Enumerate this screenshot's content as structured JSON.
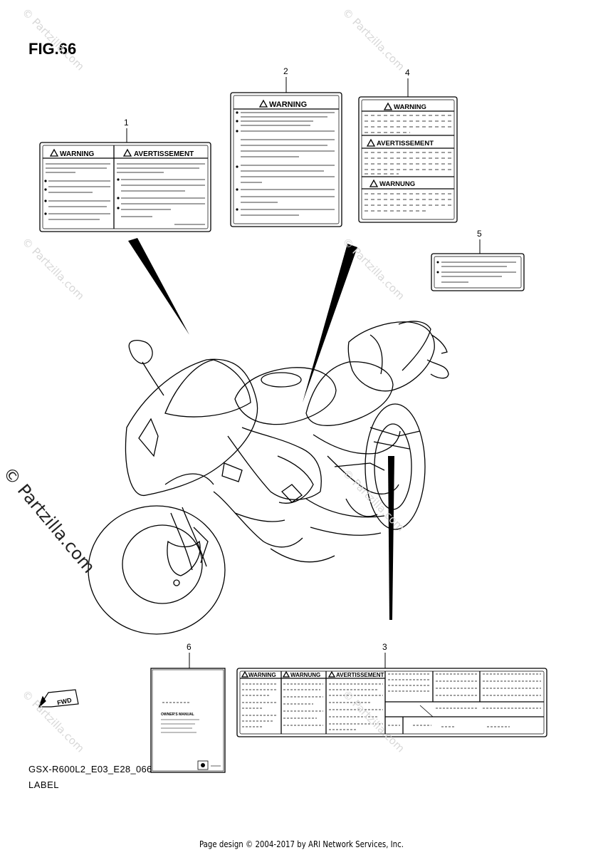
{
  "figure": {
    "title": "FIG.66"
  },
  "callouts": [
    "1",
    "2",
    "3",
    "4",
    "5",
    "6"
  ],
  "labels": {
    "warning": "WARNING",
    "avertissement": "AVERTISSEMENT",
    "warnung": "WARNUNG",
    "owners_manual": "OWNER'S MANUAL",
    "fwd": "FWD"
  },
  "watermark": {
    "text": "© Partzilla.com",
    "big_text": "© Partzilla.com"
  },
  "footer": {
    "model_code": "GSX-R600L2_E03_E28_066",
    "section": "LABEL",
    "copyright": "Page design © 2004-2017 by ARI Network Services, Inc."
  }
}
